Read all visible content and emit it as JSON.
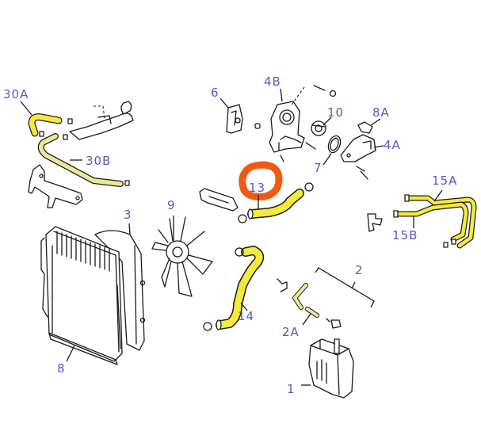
{
  "diagram": {
    "type": "cooling-system-exploded-parts-diagram",
    "colors": {
      "label": "#5b57c8",
      "hose_highlight": "#f5eb3a",
      "hose_highlight_pale": "#ece89a",
      "callout_circle": "#f05a14",
      "line_art": "#1a1a1a",
      "background": "#ffffff"
    },
    "labels": {
      "p30A": "30A",
      "p30B": "30B",
      "p6": "6",
      "p4B": "4B",
      "p10": "10",
      "p8A": "8A",
      "p4A": "4A",
      "p7": "7",
      "p13": "13",
      "p15A": "15A",
      "p15B": "15B",
      "p3": "3",
      "p9": "9",
      "p14": "14",
      "p2": "2",
      "p2A": "2A",
      "p8": "8",
      "p1": "1"
    },
    "highlighted_callout": "13",
    "parts": [
      {
        "ref": "1",
        "description": "reservoir tank"
      },
      {
        "ref": "2",
        "description": "reservoir hose set"
      },
      {
        "ref": "2A",
        "description": "reservoir hose"
      },
      {
        "ref": "3",
        "description": "fan shroud"
      },
      {
        "ref": "4A",
        "description": "water outlet housing"
      },
      {
        "ref": "4B",
        "description": "water inlet housing"
      },
      {
        "ref": "6",
        "description": "gasket"
      },
      {
        "ref": "7",
        "description": "o-ring"
      },
      {
        "ref": "8",
        "description": "radiator"
      },
      {
        "ref": "8A",
        "description": "gasket"
      },
      {
        "ref": "9",
        "description": "fan"
      },
      {
        "ref": "10",
        "description": "thermostat"
      },
      {
        "ref": "13",
        "description": "upper radiator hose"
      },
      {
        "ref": "14",
        "description": "lower radiator hose"
      },
      {
        "ref": "15A",
        "description": "heater hose"
      },
      {
        "ref": "15B",
        "description": "heater hose"
      },
      {
        "ref": "30A",
        "description": "bypass hose"
      },
      {
        "ref": "30B",
        "description": "bypass hose"
      }
    ]
  }
}
